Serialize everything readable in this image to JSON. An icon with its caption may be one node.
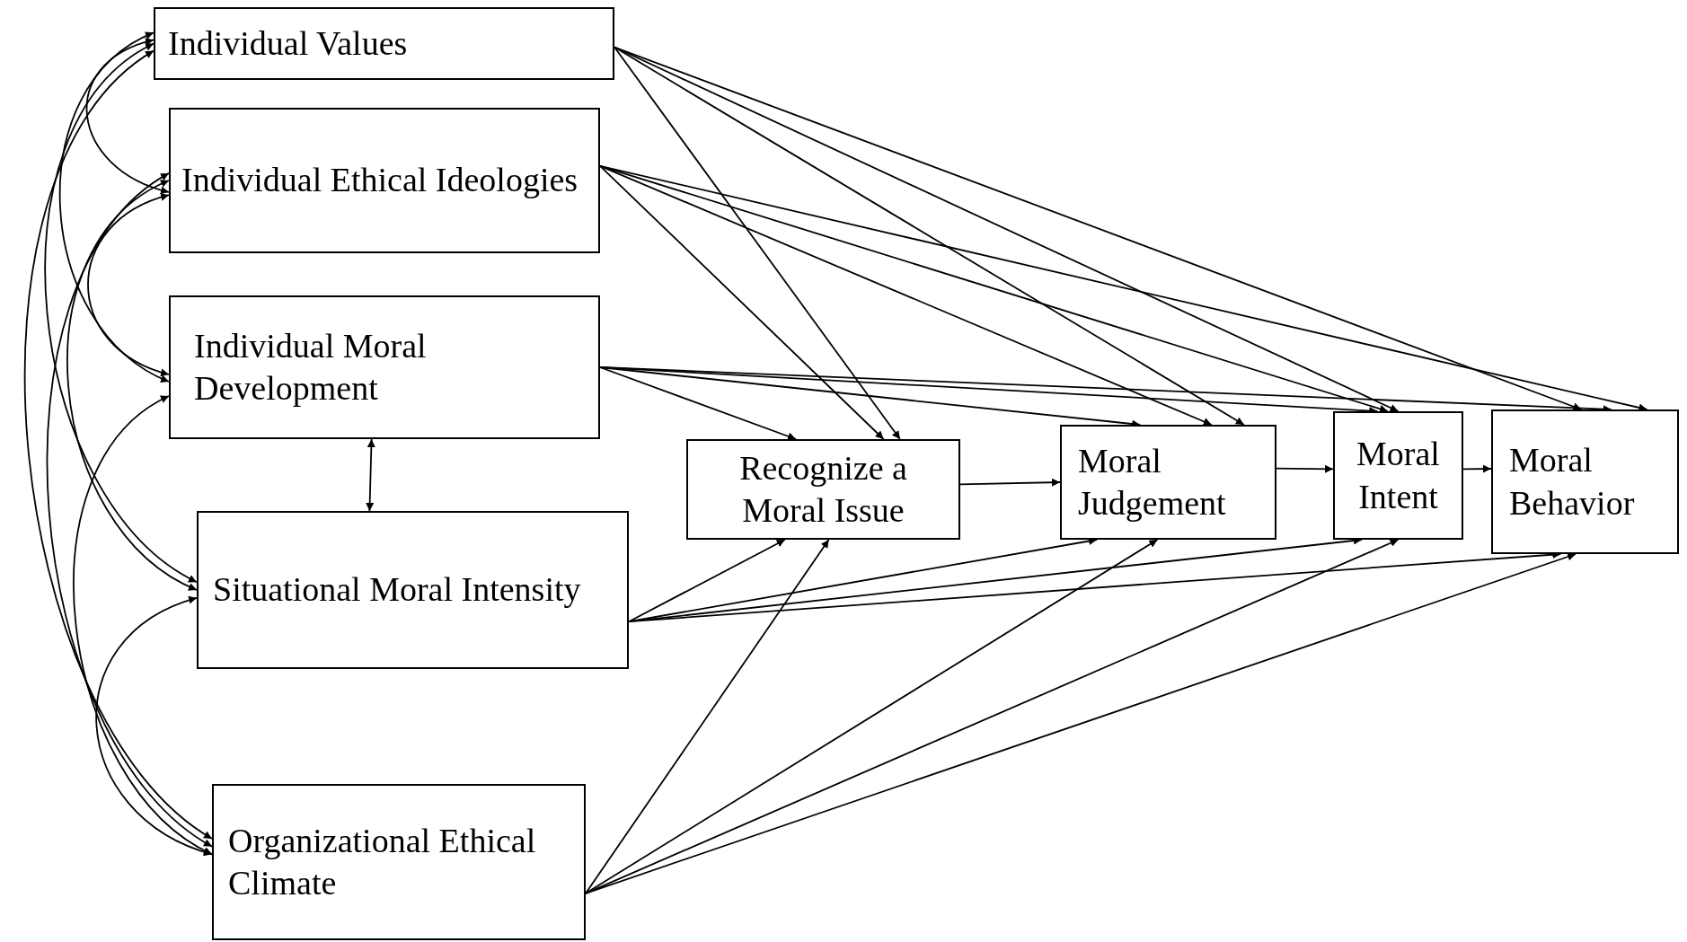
{
  "diagram": {
    "nodes": [
      {
        "text": [
          "Individual Values"
        ]
      },
      {
        "text": [
          "Individual Ethical Ideologies"
        ]
      },
      {
        "text": [
          "Individual Moral Development"
        ]
      },
      {
        "text": [
          "Situational Moral Intensity"
        ]
      },
      {
        "text": [
          "Organizational Ethical Climate"
        ]
      },
      {
        "text": [
          "Recognize a Moral Issue"
        ]
      },
      {
        "text": [
          "Moral Judgement"
        ]
      },
      {
        "text": [
          "Moral Intent"
        ]
      },
      {
        "text": [
          "Moral Behavior"
        ]
      }
    ],
    "edges": [
      {
        "from": 0,
        "to": 5,
        "arrow": "to"
      },
      {
        "from": 0,
        "to": 6,
        "arrow": "to"
      },
      {
        "from": 0,
        "to": 7,
        "arrow": "to"
      },
      {
        "from": 0,
        "to": 8,
        "arrow": "to"
      },
      {
        "from": 1,
        "to": 5,
        "arrow": "to"
      },
      {
        "from": 1,
        "to": 6,
        "arrow": "to"
      },
      {
        "from": 1,
        "to": 7,
        "arrow": "to"
      },
      {
        "from": 1,
        "to": 8,
        "arrow": "to"
      },
      {
        "from": 2,
        "to": 5,
        "arrow": "to"
      },
      {
        "from": 2,
        "to": 6,
        "arrow": "to"
      },
      {
        "from": 2,
        "to": 7,
        "arrow": "to"
      },
      {
        "from": 2,
        "to": 8,
        "arrow": "to"
      },
      {
        "from": 3,
        "to": 5,
        "arrow": "to"
      },
      {
        "from": 3,
        "to": 6,
        "arrow": "to"
      },
      {
        "from": 3,
        "to": 7,
        "arrow": "to"
      },
      {
        "from": 3,
        "to": 8,
        "arrow": "to"
      },
      {
        "from": 4,
        "to": 5,
        "arrow": "to"
      },
      {
        "from": 4,
        "to": 6,
        "arrow": "to"
      },
      {
        "from": 4,
        "to": 7,
        "arrow": "to"
      },
      {
        "from": 4,
        "to": 8,
        "arrow": "to"
      },
      {
        "from": 5,
        "to": 6,
        "arrow": "to"
      },
      {
        "from": 6,
        "to": 7,
        "arrow": "to"
      },
      {
        "from": 7,
        "to": 8,
        "arrow": "to"
      },
      {
        "from": 2,
        "to": 3,
        "arrow": "both"
      },
      {
        "from": 0,
        "to": 1,
        "arrow": "both"
      },
      {
        "from": 0,
        "to": 2,
        "arrow": "both"
      },
      {
        "from": 0,
        "to": 3,
        "arrow": "both"
      },
      {
        "from": 0,
        "to": 4,
        "arrow": "both"
      },
      {
        "from": 1,
        "to": 2,
        "arrow": "both"
      },
      {
        "from": 1,
        "to": 3,
        "arrow": "both"
      },
      {
        "from": 1,
        "to": 4,
        "arrow": "both"
      },
      {
        "from": 2,
        "to": 4,
        "arrow": "both"
      },
      {
        "from": 3,
        "to": 4,
        "arrow": "both"
      }
    ]
  }
}
